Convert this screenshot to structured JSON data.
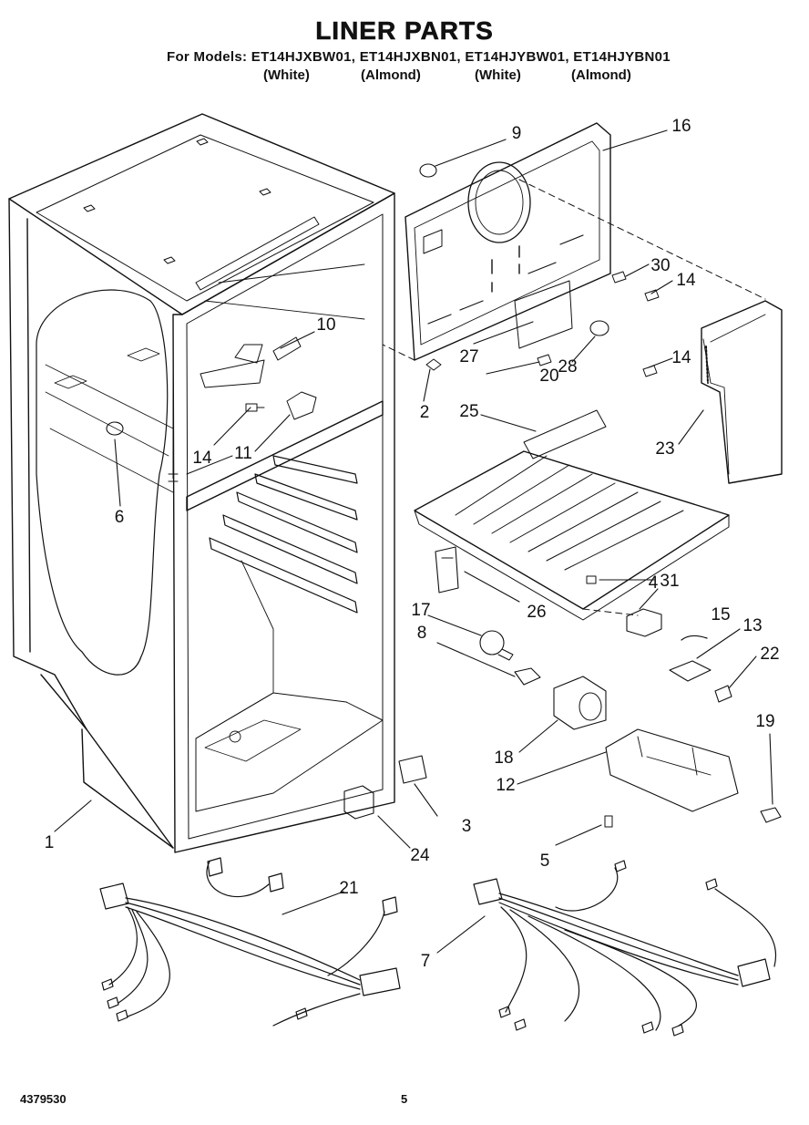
{
  "header": {
    "title": "LINER PARTS",
    "models_line": "For Models: ET14HJXBW01, ET14HJXBN01, ET14HJYBW01, ET14HJYBN01",
    "variants": [
      "(White)",
      "(Almond)",
      "(White)",
      "(Almond)"
    ]
  },
  "footer": {
    "doc_number": "4379530",
    "page_number": "5"
  },
  "callouts": [
    "1",
    "2",
    "3",
    "4",
    "5",
    "6",
    "7",
    "8",
    "9",
    "10",
    "11",
    "12",
    "13",
    "14",
    "14",
    "14",
    "15",
    "16",
    "17",
    "18",
    "19",
    "20",
    "21",
    "22",
    "23",
    "24",
    "25",
    "26",
    "27",
    "28",
    "30",
    "31"
  ]
}
